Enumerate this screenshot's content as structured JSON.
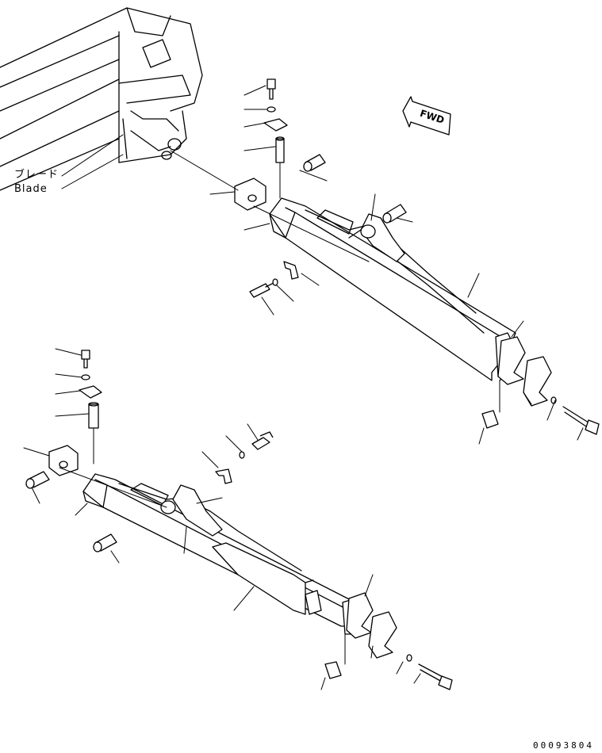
{
  "labels": {
    "blade_jp": "ブレード",
    "blade_en": "Blade",
    "direction": "FWD",
    "drawing_number": "00093804"
  }
}
